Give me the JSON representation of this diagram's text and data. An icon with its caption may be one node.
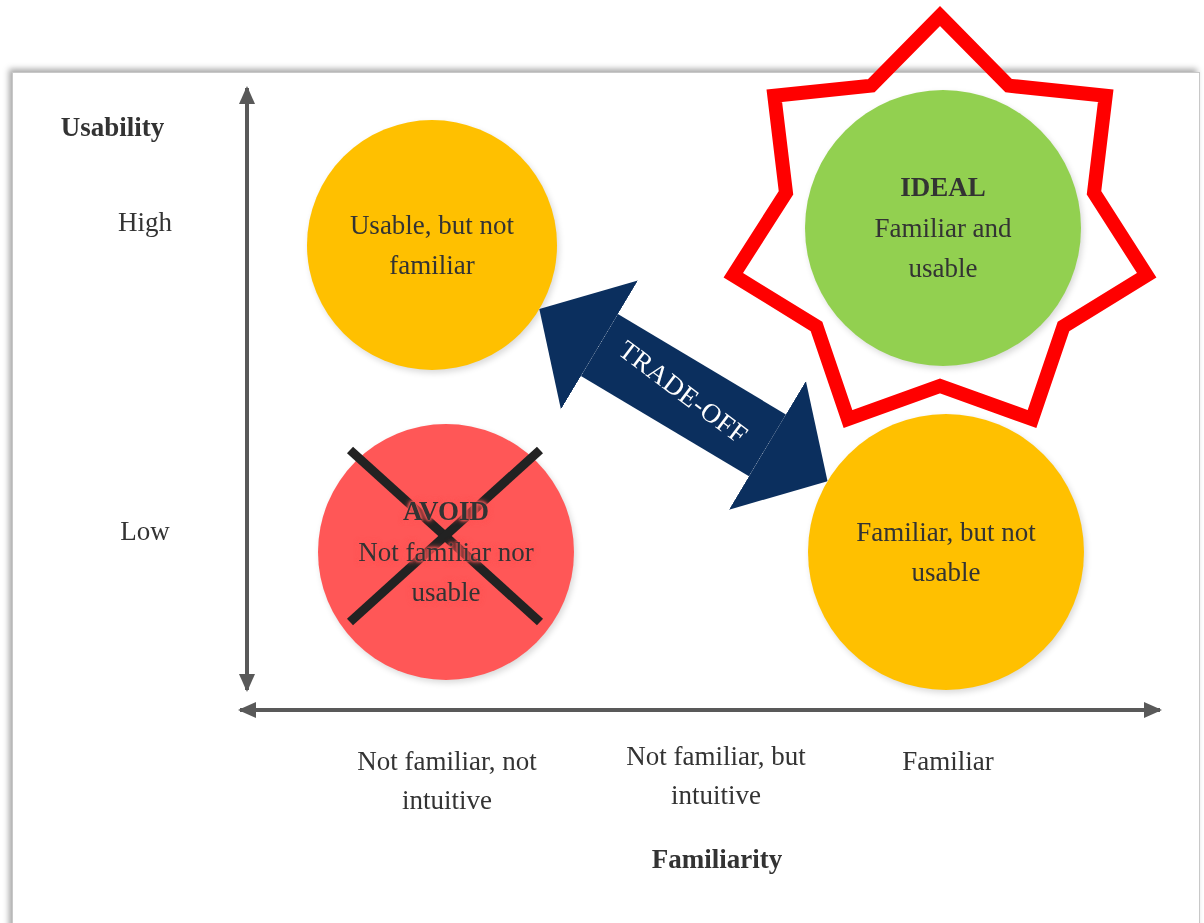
{
  "diagram": {
    "nodes": [
      {
        "text": [
          "Usable, but not familiar"
        ]
      },
      {
        "text": [
          "IDEAL",
          "Familiar and usable"
        ]
      },
      {
        "text": [
          "AVOID",
          "Not familiar nor usable"
        ]
      },
      {
        "text": [
          "Familiar, but not usable"
        ]
      }
    ],
    "edges": [
      {
        "from": 0,
        "to": 3,
        "arrow": "both",
        "label": "TRADE-OFF"
      }
    ],
    "labels": [
      "Usability",
      "High",
      "Low",
      "Not familiar, not intuitive",
      "Not familiar, but intuitive",
      "Familiar",
      "Familiarity"
    ]
  }
}
